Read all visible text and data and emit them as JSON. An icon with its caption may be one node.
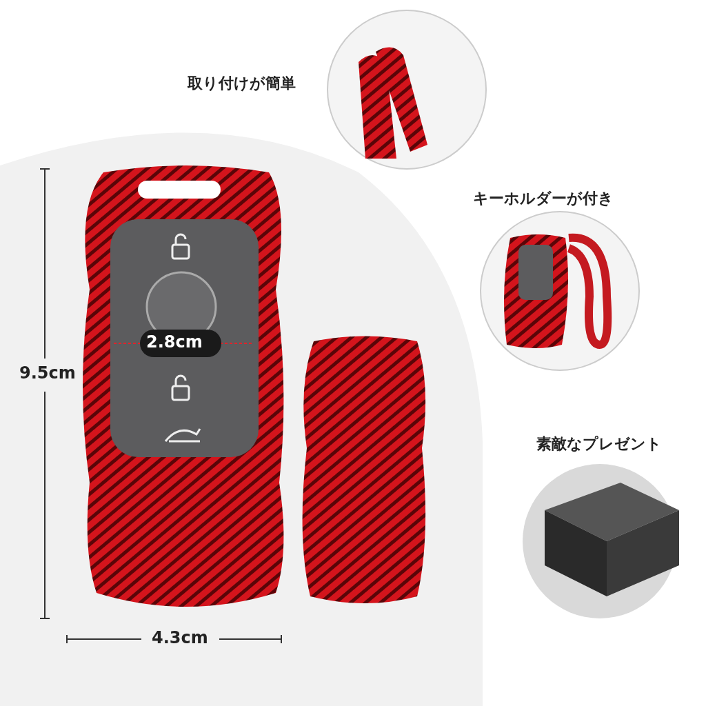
{
  "diagram": {
    "labels": [
      "取り付けが簡単",
      "キーホルダーが付き",
      "9.5cm",
      "2.8cm",
      "素敵なプレゼント",
      "4.3cm"
    ]
  }
}
